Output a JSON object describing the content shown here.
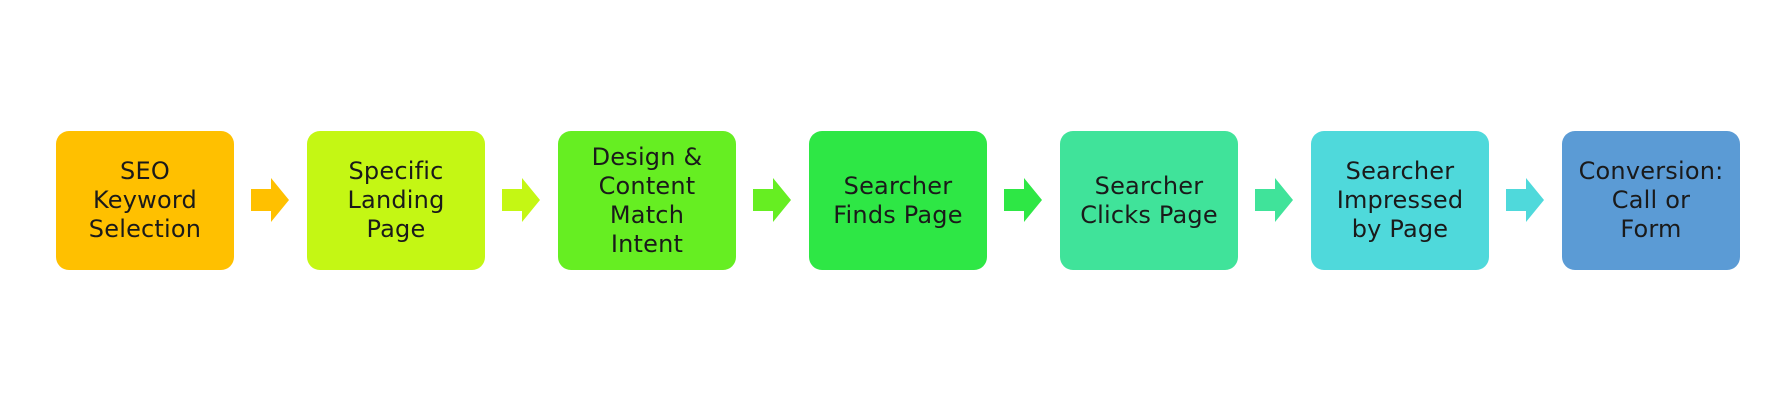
{
  "steps": [
    {
      "label": "SEO\nKeyword\nSelection",
      "color": "#FFC000"
    },
    {
      "label": "Specific\nLanding\nPage",
      "color": "#C4F714"
    },
    {
      "label": "Design &\nContent\nMatch\nIntent",
      "color": "#66EE22"
    },
    {
      "label": "Searcher\nFinds Page",
      "color": "#2EE745"
    },
    {
      "label": "Searcher\nClicks Page",
      "color": "#40E39A"
    },
    {
      "label": "Searcher\nImpressed\nby Page",
      "color": "#4FD9DB"
    },
    {
      "label": "Conversion:\nCall or\nForm",
      "color": "#5B9BD5"
    }
  ],
  "arrows": [
    {
      "color": "#FFC000"
    },
    {
      "color": "#C4F714"
    },
    {
      "color": "#66EE22"
    },
    {
      "color": "#2EE745"
    },
    {
      "color": "#40E39A"
    },
    {
      "color": "#4FD9DB"
    },
    {
      "color": "#5B9BD5"
    }
  ]
}
